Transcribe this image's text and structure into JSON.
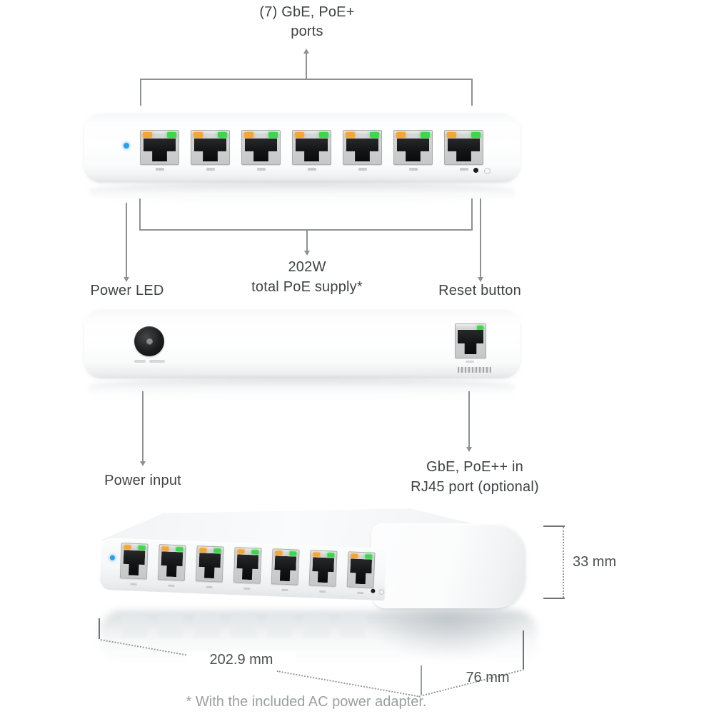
{
  "callouts": {
    "ports": {
      "line1": "(7) GbE, PoE+",
      "line2": "ports"
    },
    "power_led": "Power LED",
    "poe_supply": {
      "line1": "202W",
      "line2": "total PoE supply*"
    },
    "reset_button": "Reset button",
    "power_input": "Power input",
    "poe_in": {
      "line1": "GbE, PoE++ in",
      "line2": "RJ45 port (optional)"
    }
  },
  "dimensions": {
    "height": "33 mm",
    "length": "202.9 mm",
    "depth": "76 mm"
  },
  "footnote": "* With the included AC power adapter.",
  "device": {
    "front_port_count": 7,
    "perspective_port_count": 7
  },
  "colors": {
    "led_orange": "#F2A63A",
    "led_green": "#3FD64E",
    "led_blue": "#2F9FE5",
    "annotation_line": "#8E9193",
    "label_text": "#3F4245",
    "dimension_text": "#4C4F52",
    "footnote_text": "#9AA0A2"
  }
}
